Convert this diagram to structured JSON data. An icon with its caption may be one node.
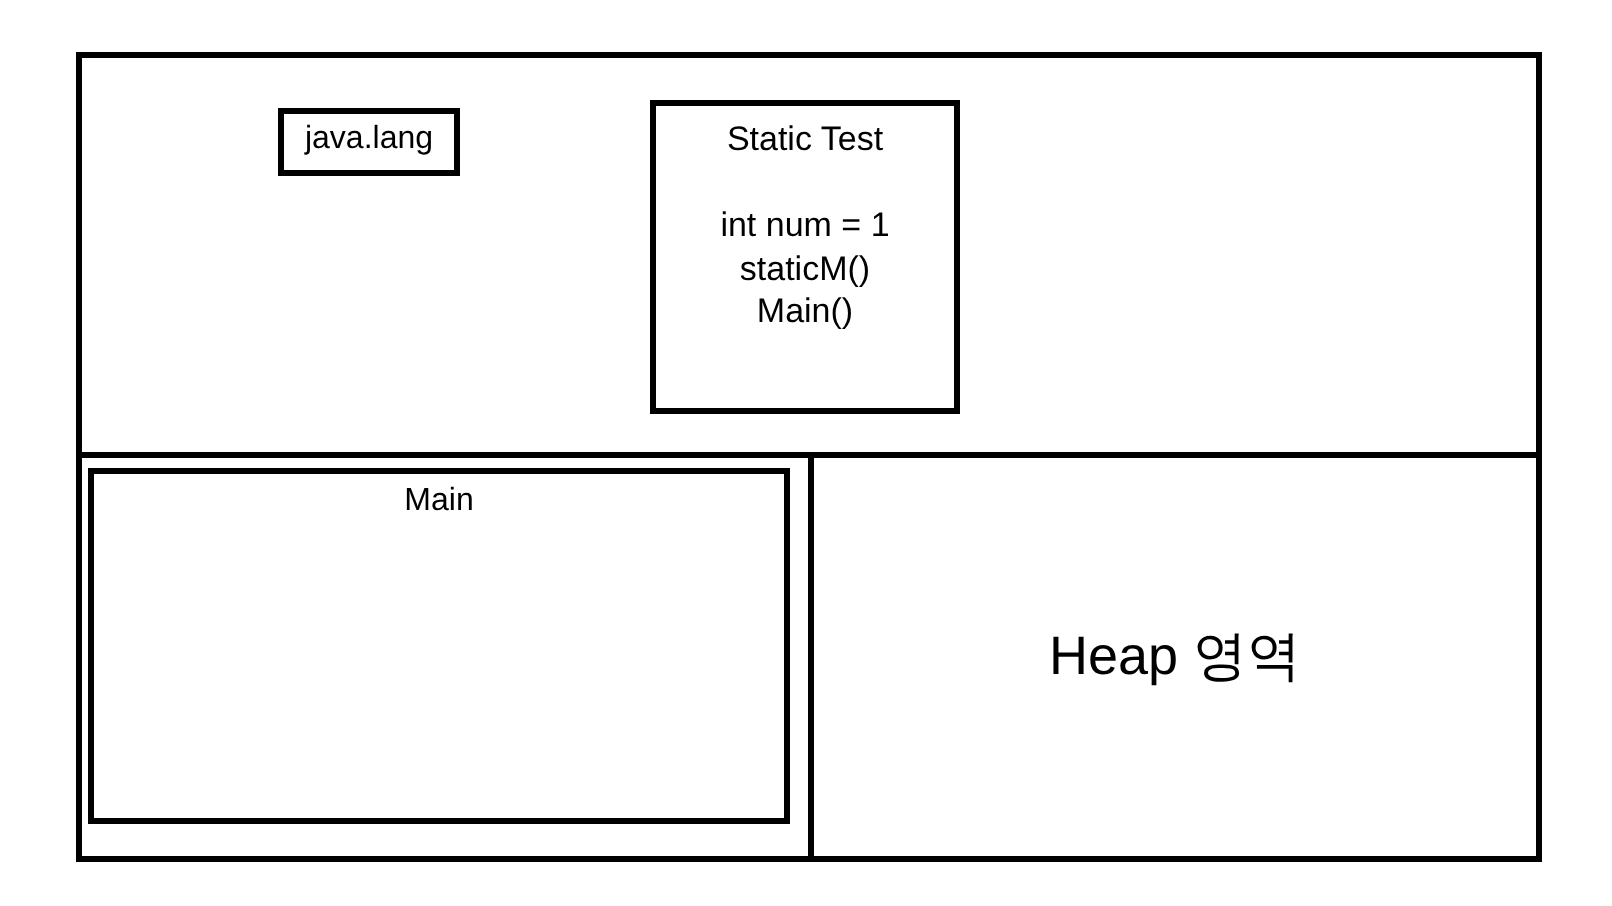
{
  "diagram": {
    "nodes": [
      {
        "text": [],
        "shape": "box"
      },
      {
        "text": [
          "java.lang"
        ],
        "in": 0
      },
      {
        "text": [
          "Static Test",
          "int num = 1",
          "staticM()",
          "Main()"
        ],
        "in": 0
      },
      {
        "text": [],
        "shape": "box"
      },
      {
        "text": [
          "Main"
        ],
        "in": 3
      },
      {
        "text": [
          "Heap 영역"
        ]
      }
    ]
  }
}
